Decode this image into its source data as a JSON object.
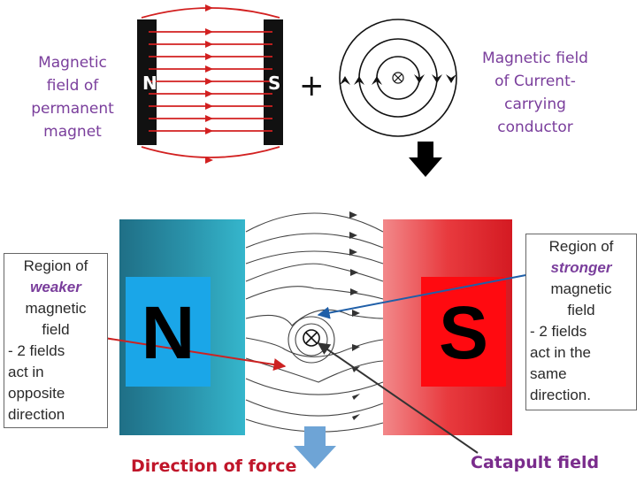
{
  "top": {
    "left_label": "Magnetic field of permanent magnet",
    "left_label_lines": [
      "Magnetic",
      "field of",
      "permanent",
      "magnet"
    ],
    "magnet_small_n": "N",
    "magnet_small_s": "S",
    "plus": "+",
    "right_label_lines": [
      "Magnetic field",
      "of Current-",
      "carrying",
      "conductor"
    ]
  },
  "bottom": {
    "north_letter": "N",
    "south_letter": "S",
    "left_box_lines": [
      "Region of",
      "weaker",
      "magnetic",
      "field",
      "- 2 fields",
      "act in",
      "opposite",
      "direction"
    ],
    "right_box_lines": [
      "Region of",
      "stronger",
      "magnetic",
      "field",
      "- 2 fields",
      "act in the",
      "same",
      "direction."
    ],
    "force_caption": "Direction of force",
    "catapult_caption": "Catapult field"
  },
  "colors": {
    "label_purple": "#7a3e9c",
    "field_red": "#d22020",
    "north_teal": "#2a8fa6",
    "north_square": "#1aa6e8",
    "south_red": "#e8242a",
    "caption_red": "#c0162a",
    "caption_purple": "#7a2c8c",
    "arrow_red": "#cc2222",
    "arrow_blue": "#1f5fa8",
    "force_arrow": "#6ea4d6"
  }
}
